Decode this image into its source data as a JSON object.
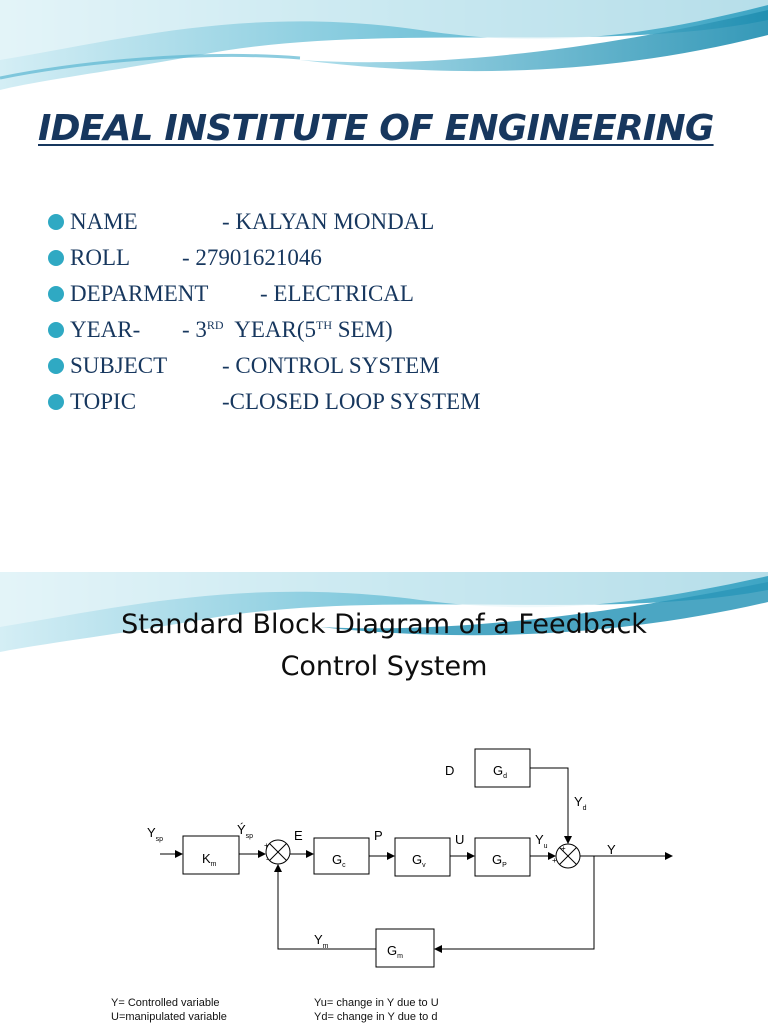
{
  "slide1": {
    "title": "IDEAL INSTITUTE OF ENGINEERING",
    "items": [
      {
        "label": "NAME",
        "value": "-  KALYAN MONDAL"
      },
      {
        "label": "ROLL",
        "value": "-  27901621046"
      },
      {
        "label": "DEPARMENT",
        "value": "-  ELECTRICAL"
      },
      {
        "label": "YEAR-",
        "value_pre": "- 3",
        "value_sup1": "RD",
        "value_mid": "  YEAR(5",
        "value_sup2": "TH",
        "value_post": " SEM)"
      },
      {
        "label": "SUBJECT",
        "value": "-  CONTROL   SYSTEM"
      },
      {
        "label": "TOPIC",
        "value": "-CLOSED LOOP  SYSTEM"
      }
    ],
    "bullet_color": "#2fa9c3",
    "title_color": "#17375e"
  },
  "slide2": {
    "title_line1": "Standard Block Diagram of a Feedback",
    "title_line2": "Control System",
    "diagram": {
      "blocks": {
        "km": {
          "main": "K",
          "sub": "m"
        },
        "gc": {
          "main": "G",
          "sub": "c"
        },
        "gv": {
          "main": "G",
          "sub": "v"
        },
        "gp": {
          "main": "G",
          "sub": "P"
        },
        "gd": {
          "main": "G",
          "sub": "d"
        },
        "gm": {
          "main": "G",
          "sub": "m"
        }
      },
      "signals": {
        "ysp": {
          "main": "Y",
          "sub": "sp"
        },
        "ysp_hat": {
          "main": "Ý",
          "sub": "sp"
        },
        "e": "E",
        "p": "P",
        "u": "U",
        "d": "D",
        "yd": {
          "main": "Y",
          "sub": "d"
        },
        "yu": {
          "main": "Y",
          "sub": "u"
        },
        "y": "Y",
        "ym": {
          "main": "Y",
          "sub": "m"
        }
      },
      "signs": {
        "sp_plus": "+",
        "sp_minus": "-",
        "sum_plus_top": "+",
        "sum_plus_left": "+"
      }
    },
    "legend": {
      "left": [
        "Y= Controlled variable",
        "U=manipulated variable"
      ],
      "right": [
        "Yu= change in Y due to U",
        "Yd= change in Y due to d"
      ]
    }
  }
}
